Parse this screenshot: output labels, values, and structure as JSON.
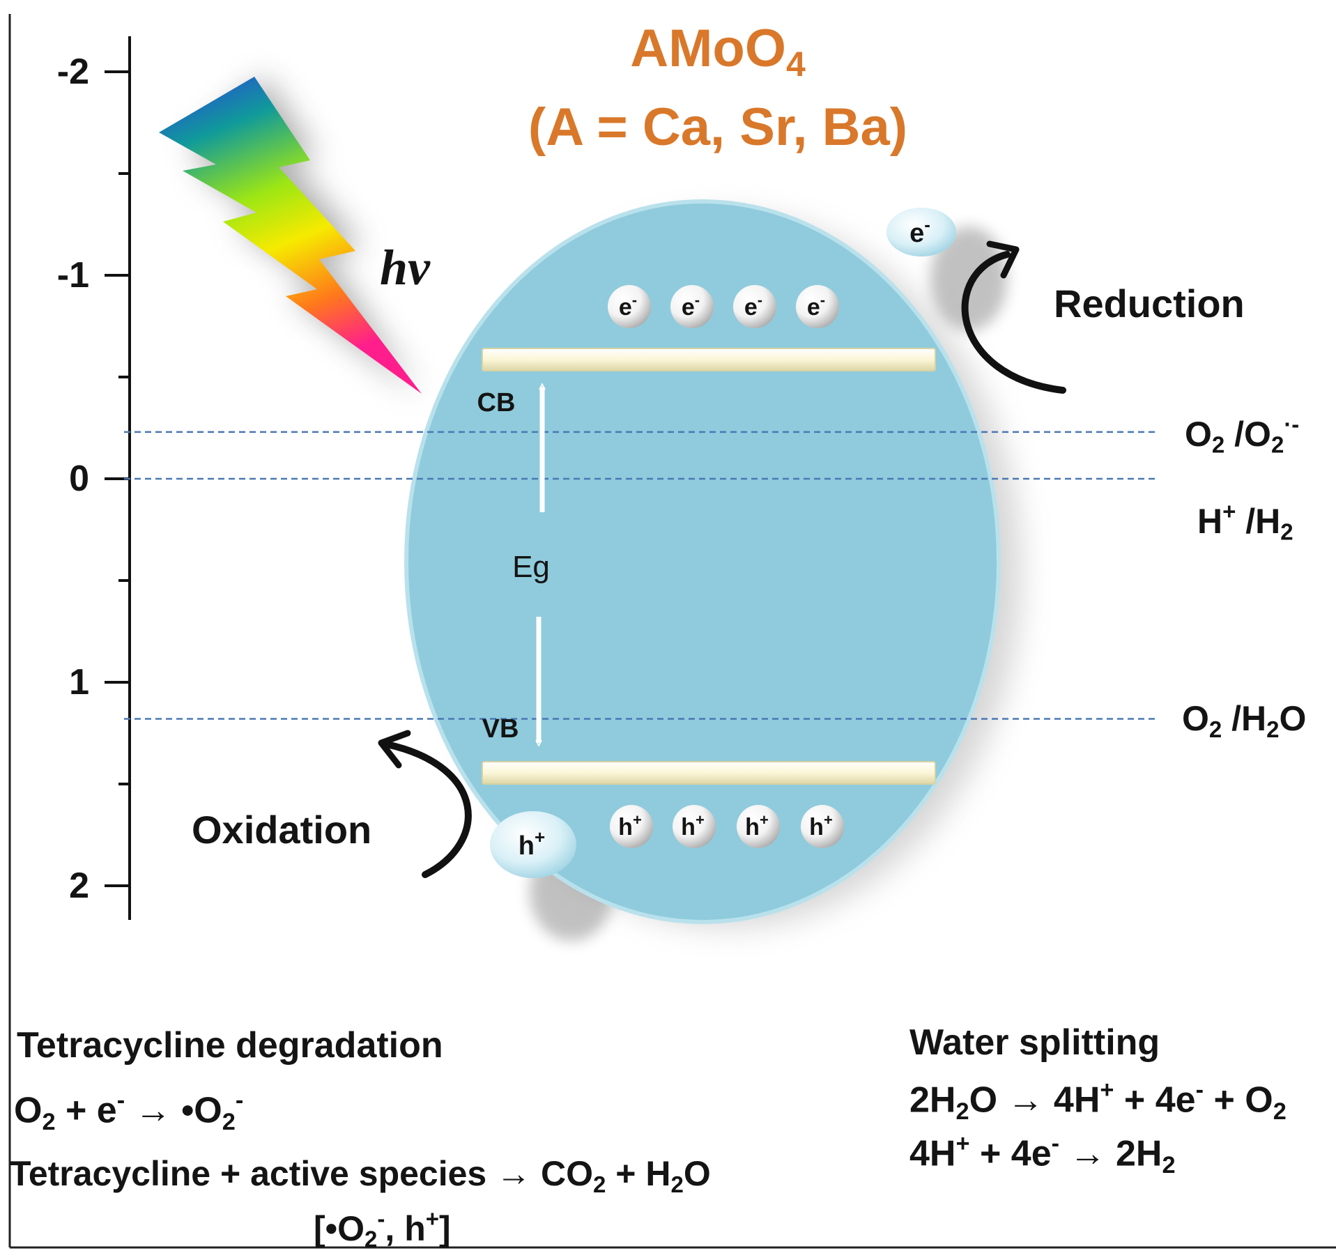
{
  "title": {
    "formula_base": "AMoO",
    "formula_sub": "4",
    "subtitle": "(A = Ca, Sr, Ba)"
  },
  "axis": {
    "ticks": [
      {
        "value": -2,
        "label": "-2"
      },
      {
        "value": -1,
        "label": "-1"
      },
      {
        "value": 0,
        "label": "0"
      },
      {
        "value": 1,
        "label": "1"
      },
      {
        "value": 2,
        "label": "2"
      }
    ],
    "minor_step": 0.5
  },
  "light": {
    "label": "hv"
  },
  "bands": {
    "cb_label": "CB",
    "vb_label": "VB",
    "gap_label": "Eg",
    "electron": "e",
    "electron_charge": "-",
    "hole": "h",
    "hole_charge": "+"
  },
  "processes": {
    "reduction": "Reduction",
    "oxidation": "Oxidation"
  },
  "potentials": [
    {
      "id": "o2-superoxide",
      "level": -0.23,
      "parts": [
        [
          "O"
        ],
        [
          "2",
          "sub"
        ],
        [
          " /O"
        ],
        [
          "2",
          "sub"
        ],
        [
          "·-",
          "sup"
        ]
      ]
    },
    {
      "id": "h-h2",
      "level": 0.0,
      "parts": [
        [
          "H"
        ],
        [
          "+",
          "sup"
        ],
        [
          " /H"
        ],
        [
          "2",
          "sub"
        ]
      ]
    },
    {
      "id": "o2-h2o",
      "level": 1.18,
      "parts": [
        [
          "O"
        ],
        [
          "2",
          "sub"
        ],
        [
          " /H"
        ],
        [
          "2",
          "sub"
        ],
        [
          "O"
        ]
      ]
    }
  ],
  "left_panel": {
    "heading": "Tetracycline degradation",
    "eq1": [
      [
        "O"
      ],
      [
        "2",
        "sub"
      ],
      [
        " + e"
      ],
      [
        "-",
        "sup"
      ],
      [
        " → •O"
      ],
      [
        "2",
        "sub"
      ],
      [
        "-",
        "sup"
      ]
    ],
    "eq2": [
      [
        "Tetracycline + active species → CO"
      ],
      [
        "2",
        "sub"
      ],
      [
        " + H"
      ],
      [
        "2",
        "sub"
      ],
      [
        "O"
      ]
    ],
    "eq3": [
      [
        "[•O"
      ],
      [
        "2",
        "sub"
      ],
      [
        "-",
        "sup"
      ],
      [
        ", h"
      ],
      [
        "+",
        "sup"
      ],
      [
        "]"
      ]
    ]
  },
  "right_panel": {
    "heading": "Water splitting",
    "eq1": [
      [
        "2H"
      ],
      [
        "2",
        "sub"
      ],
      [
        "O → 4H"
      ],
      [
        "+",
        "sup"
      ],
      [
        " + 4e"
      ],
      [
        "-",
        "sup"
      ],
      [
        " + O"
      ],
      [
        "2",
        "sub"
      ]
    ],
    "eq2": [
      [
        "4H"
      ],
      [
        "+",
        "sup"
      ],
      [
        " + 4e"
      ],
      [
        "-",
        "sup"
      ],
      [
        " → 2H"
      ],
      [
        "2",
        "sub"
      ]
    ]
  },
  "colors": {
    "title": "#d9782a",
    "particle": "#8fcbdc",
    "band": "#fbf6d6",
    "dashed": "#4a78b4",
    "ink": "#141414"
  }
}
